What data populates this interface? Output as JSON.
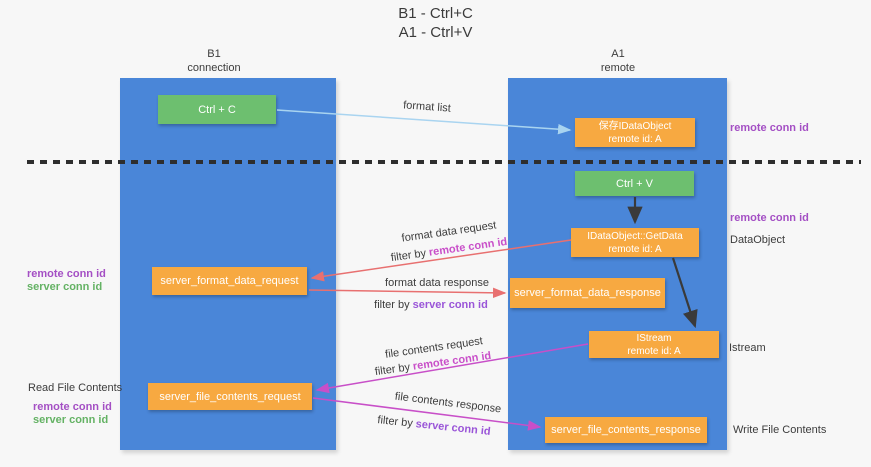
{
  "title": {
    "line1": "B1 - Ctrl+C",
    "line2": "A1 - Ctrl+V"
  },
  "lanes": {
    "left": {
      "header": [
        "B1",
        "connection"
      ]
    },
    "right": {
      "header": [
        "A1",
        "remote"
      ]
    }
  },
  "boxes": {
    "ctrl_c": {
      "label": "Ctrl + C"
    },
    "ctrl_v": {
      "label": "Ctrl + V"
    },
    "save_obj": {
      "line1": "保存IDataObject",
      "line2": "remote id: A"
    },
    "getdata": {
      "line1": "IDataObject::GetData",
      "line2": "remote id: A"
    },
    "istream": {
      "line1": "IStream",
      "line2": "remote id: A"
    },
    "format_req": {
      "label": "server_format_data_request"
    },
    "format_resp": {
      "label": "server_format_data_response"
    },
    "file_req": {
      "label": "server_file_contents_request"
    },
    "file_resp": {
      "label": "server_file_contents_response"
    }
  },
  "edge_labels": {
    "format_list": "format list",
    "format_data_request": "format data request",
    "format_data_response": "format data response",
    "file_contents_request": "file contents request",
    "file_contents_response": "file contents response",
    "filter_by": "filter by",
    "remote_conn_id": "remote conn id",
    "server_conn_id": "server conn id"
  },
  "side_labels": {
    "right_top_remote": "remote conn id",
    "right_mid_remote": "remote conn id",
    "dataobject": "DataObject",
    "istream": "Istream",
    "write_file": "Write File Contents",
    "left_remote_1": "remote conn id",
    "left_server_1": "server conn id",
    "read_file": "Read File Contents",
    "left_remote_2": "remote conn id",
    "left_server_2": "server conn id"
  },
  "colors": {
    "lane_blue": "#4a86d8",
    "box_orange": "#f7a941",
    "box_green": "#6dbf6f",
    "arrow_light_blue": "#a9d4f0",
    "arrow_red": "#e87070",
    "arrow_magenta": "#c84fc8",
    "arrow_black": "#3a3a3a",
    "dashed_line": "#2e2e2e",
    "label_purple": "#a44fc4",
    "label_green": "#64b264",
    "label_magenta": "#c94fc9",
    "label_violet": "#9a55d8"
  }
}
